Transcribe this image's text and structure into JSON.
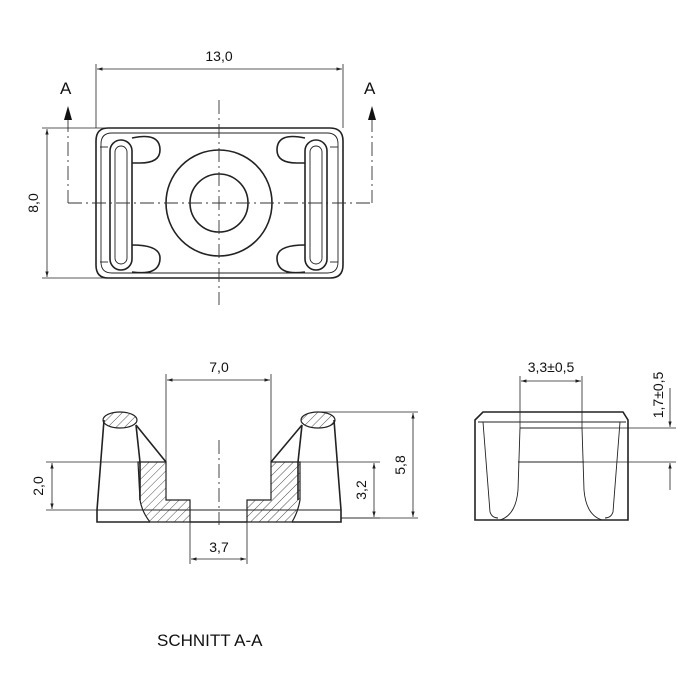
{
  "top_view": {
    "dim_width": "13,0",
    "dim_height": "8,0",
    "section_mark_left": "A",
    "section_mark_right": "A"
  },
  "section_view": {
    "dim_top_opening": "7,0",
    "dim_bottom_opening": "3,7",
    "dim_left_height": "2,0",
    "dim_inner_height": "3,2",
    "dim_total_height": "5,8"
  },
  "side_view": {
    "dim_slot": "3,3±0,5",
    "dim_slot_height": "1,7±0,5"
  },
  "caption": "SCHNITT A-A"
}
